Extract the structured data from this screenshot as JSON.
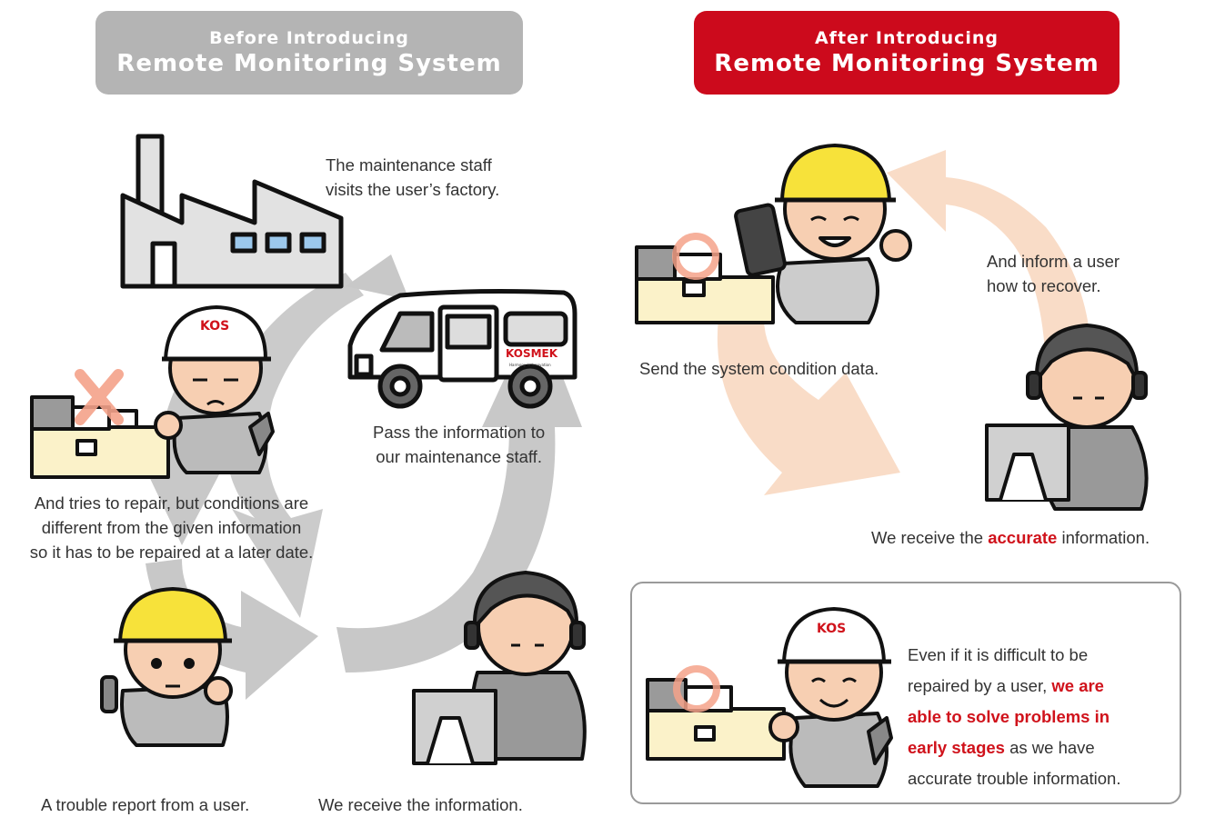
{
  "before_header": {
    "line1": "Before Introducing",
    "line2": "Remote Monitoring System",
    "color": "#b4b4b4"
  },
  "after_header": {
    "line1": "After Introducing",
    "line2": "Remote Monitoring System",
    "color": "#cc0a1c"
  },
  "before_steps": {
    "visit": {
      "line1": "The maintenance staff",
      "line2": "visits the user’s factory."
    },
    "pass": {
      "line1": "Pass the information to",
      "line2": "our maintenance staff."
    },
    "repair": {
      "line1": "And tries to repair, but conditions are",
      "line2": "different from the given information",
      "line3": "so it has to be repaired at a later date."
    },
    "report": "A trouble report from a user.",
    "receive": "We receive the information."
  },
  "after_steps": {
    "send": "Send the system condition data.",
    "inform": {
      "line1": "And inform a user",
      "line2": "how to recover."
    },
    "receive": {
      "pre": "We receive the ",
      "em": "accurate",
      "post": " information."
    }
  },
  "summary": {
    "line1": "Even if it is difficult to be",
    "line2_pre": "repaired by a user, ",
    "line2_em": "we are",
    "line3_em": "able to solve problems in",
    "line4_em": "early stages",
    "line4_post": " as we have",
    "line5": "accurate trouble information."
  },
  "van_brand": {
    "name": "KOSMEK",
    "tagline": "Harmony in Innovation"
  },
  "helmet_logo": "KOS",
  "colors": {
    "cycle_arrow": "#c8c8c8",
    "after_arrow": "#f9dcc7",
    "accent_red": "#d0121b",
    "helmet_yellow": "#f7e23a",
    "skin": "#f7cfb2"
  }
}
